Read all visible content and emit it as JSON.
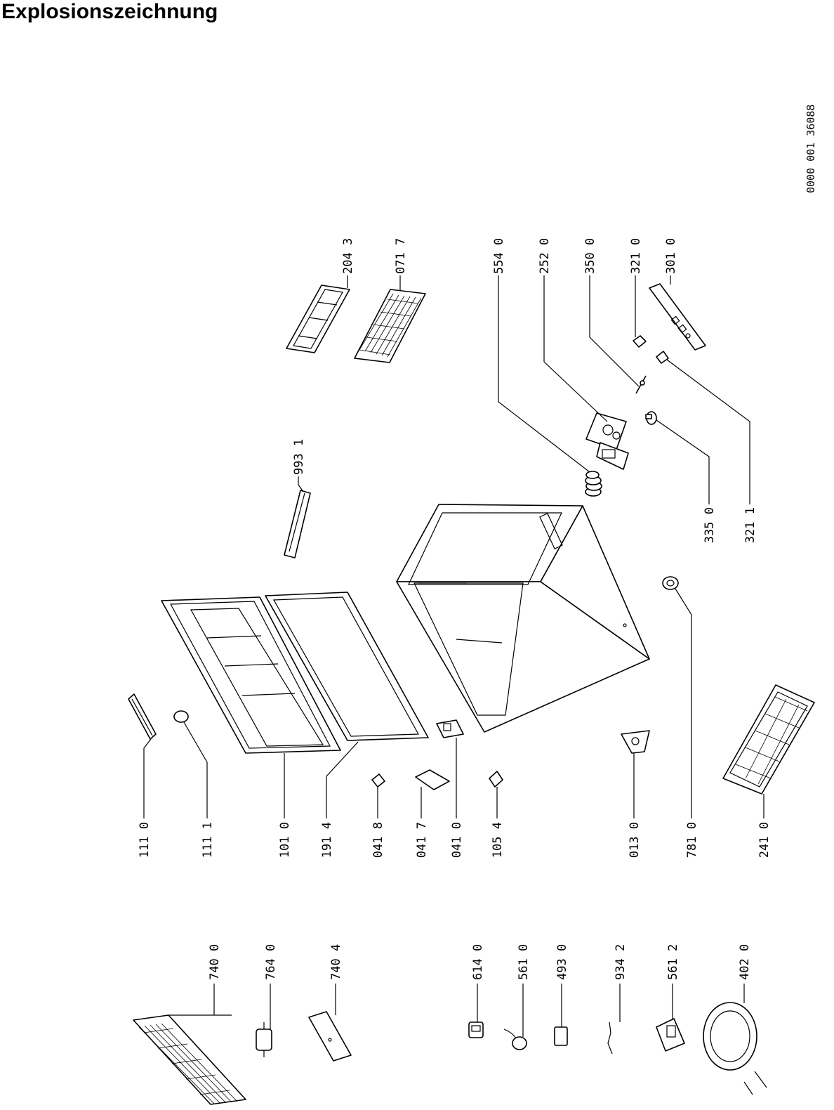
{
  "title": "Explosionszeichnung",
  "document_number": "0000 001 36088",
  "parts": [
    {
      "id": "p-2043",
      "label": "204 3"
    },
    {
      "id": "p-0717",
      "label": "071 7"
    },
    {
      "id": "p-5540",
      "label": "554 0"
    },
    {
      "id": "p-2520",
      "label": "252 0"
    },
    {
      "id": "p-3500",
      "label": "350 0"
    },
    {
      "id": "p-3210",
      "label": "321 0"
    },
    {
      "id": "p-3010",
      "label": "301 0"
    },
    {
      "id": "p-9931",
      "label": "993 1"
    },
    {
      "id": "p-3350",
      "label": "335 0"
    },
    {
      "id": "p-3211",
      "label": "321 1"
    },
    {
      "id": "p-1110",
      "label": "111 0"
    },
    {
      "id": "p-1111",
      "label": "111 1"
    },
    {
      "id": "p-1010",
      "label": "101 0"
    },
    {
      "id": "p-1914",
      "label": "191 4"
    },
    {
      "id": "p-0418",
      "label": "041 8"
    },
    {
      "id": "p-0417",
      "label": "041 7"
    },
    {
      "id": "p-0410",
      "label": "041 0"
    },
    {
      "id": "p-1054",
      "label": "105 4"
    },
    {
      "id": "p-0130",
      "label": "013 0"
    },
    {
      "id": "p-7810",
      "label": "781 0"
    },
    {
      "id": "p-2410",
      "label": "241 0"
    },
    {
      "id": "p-7400",
      "label": "740 0"
    },
    {
      "id": "p-7640",
      "label": "764 0"
    },
    {
      "id": "p-7404",
      "label": "740 4"
    },
    {
      "id": "p-6140",
      "label": "614 0"
    },
    {
      "id": "p-5610",
      "label": "561 0"
    },
    {
      "id": "p-4930",
      "label": "493 0"
    },
    {
      "id": "p-9342",
      "label": "934 2"
    },
    {
      "id": "p-5612",
      "label": "561 2"
    },
    {
      "id": "p-4020",
      "label": "402 0"
    }
  ]
}
